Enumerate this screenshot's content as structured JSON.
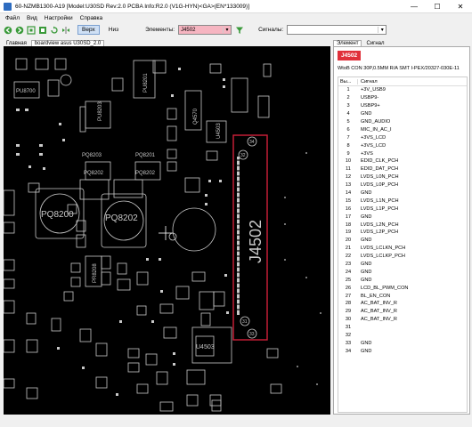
{
  "window": {
    "title": "60-NZMB1300-A19 [Model:U30SD Rev:2.0 PCBA Info:R2.0 (V1G-HYN)<GA>(EN*133009)]",
    "minimize": "—",
    "maximize": "☐",
    "close": "✕"
  },
  "menu": [
    "Файл",
    "Вид",
    "Настройки",
    "Справка"
  ],
  "toolbar": {
    "top_label": "Верх",
    "bottom_label": "Низ",
    "elements_label": "Элементы:",
    "elements_value": "J4502",
    "signals_label": "Сигналы:",
    "signals_value": ""
  },
  "tabs": {
    "main": "Главная",
    "boardview": "boardview asus U30SD_2.0"
  },
  "right_tabs": {
    "element": "Элемент",
    "signal": "Сигнал"
  },
  "board_labels": {
    "pu8700": "PU8700",
    "pu8203": "PU8203",
    "pu8201": "PU8201",
    "pq8203": "PQ8203",
    "pq8201": "PQ8201",
    "pq8202": "PQ8202",
    "pq8200": "PQ8200",
    "pq8202b": "PQ8202",
    "pr8208": "PR8208",
    "u4503": "U4503",
    "u4503b": "U4503",
    "q4570": "Q4570",
    "j4502": "J4502",
    "pin34": "34",
    "pin32": "32",
    "pin31": "31",
    "pin33": "33"
  },
  "part": {
    "name": "J4502",
    "description": "WtoB CON 30P,0.5MM R/A SMT I-PEX/20327-030E-11"
  },
  "pin_table": {
    "headers": [
      "Вы...",
      "Сигнал"
    ],
    "rows": [
      [
        "1",
        "+3V_USB9"
      ],
      [
        "2",
        "USBP9-"
      ],
      [
        "3",
        "USBP9+"
      ],
      [
        "4",
        "GND"
      ],
      [
        "5",
        "GND_AUDIO"
      ],
      [
        "6",
        "MIC_IN_AC_I"
      ],
      [
        "7",
        "+3VS_LCD"
      ],
      [
        "8",
        "+3VS_LCD"
      ],
      [
        "9",
        "+3VS"
      ],
      [
        "10",
        "EDID_CLK_PCH"
      ],
      [
        "11",
        "EDID_DAT_PCH"
      ],
      [
        "12",
        "LVDS_L0N_PCH"
      ],
      [
        "13",
        "LVDS_L0P_PCH"
      ],
      [
        "14",
        "GND"
      ],
      [
        "15",
        "LVDS_L1N_PCH"
      ],
      [
        "16",
        "LVDS_L1P_PCH"
      ],
      [
        "17",
        "GND"
      ],
      [
        "18",
        "LVDS_L2N_PCH"
      ],
      [
        "19",
        "LVDS_L2P_PCH"
      ],
      [
        "20",
        "GND"
      ],
      [
        "21",
        "LVDS_LCLKN_PCH"
      ],
      [
        "22",
        "LVDS_LCLKP_PCH"
      ],
      [
        "23",
        "GND"
      ],
      [
        "24",
        "GND"
      ],
      [
        "25",
        "GND"
      ],
      [
        "26",
        "LCD_BL_PWM_CON"
      ],
      [
        "27",
        "BL_EN_CON"
      ],
      [
        "28",
        "AC_BAT_INV_R"
      ],
      [
        "29",
        "AC_BAT_INV_R"
      ],
      [
        "30",
        "AC_BAT_INV_R"
      ],
      [
        "31",
        ""
      ],
      [
        "32",
        ""
      ],
      [
        "33",
        "GND"
      ],
      [
        "34",
        "GND"
      ]
    ]
  },
  "colors": {
    "selection": "#e0303a",
    "board_bg": "#000000",
    "outline": "#c9c9c9",
    "highlight": "#d0203a"
  }
}
